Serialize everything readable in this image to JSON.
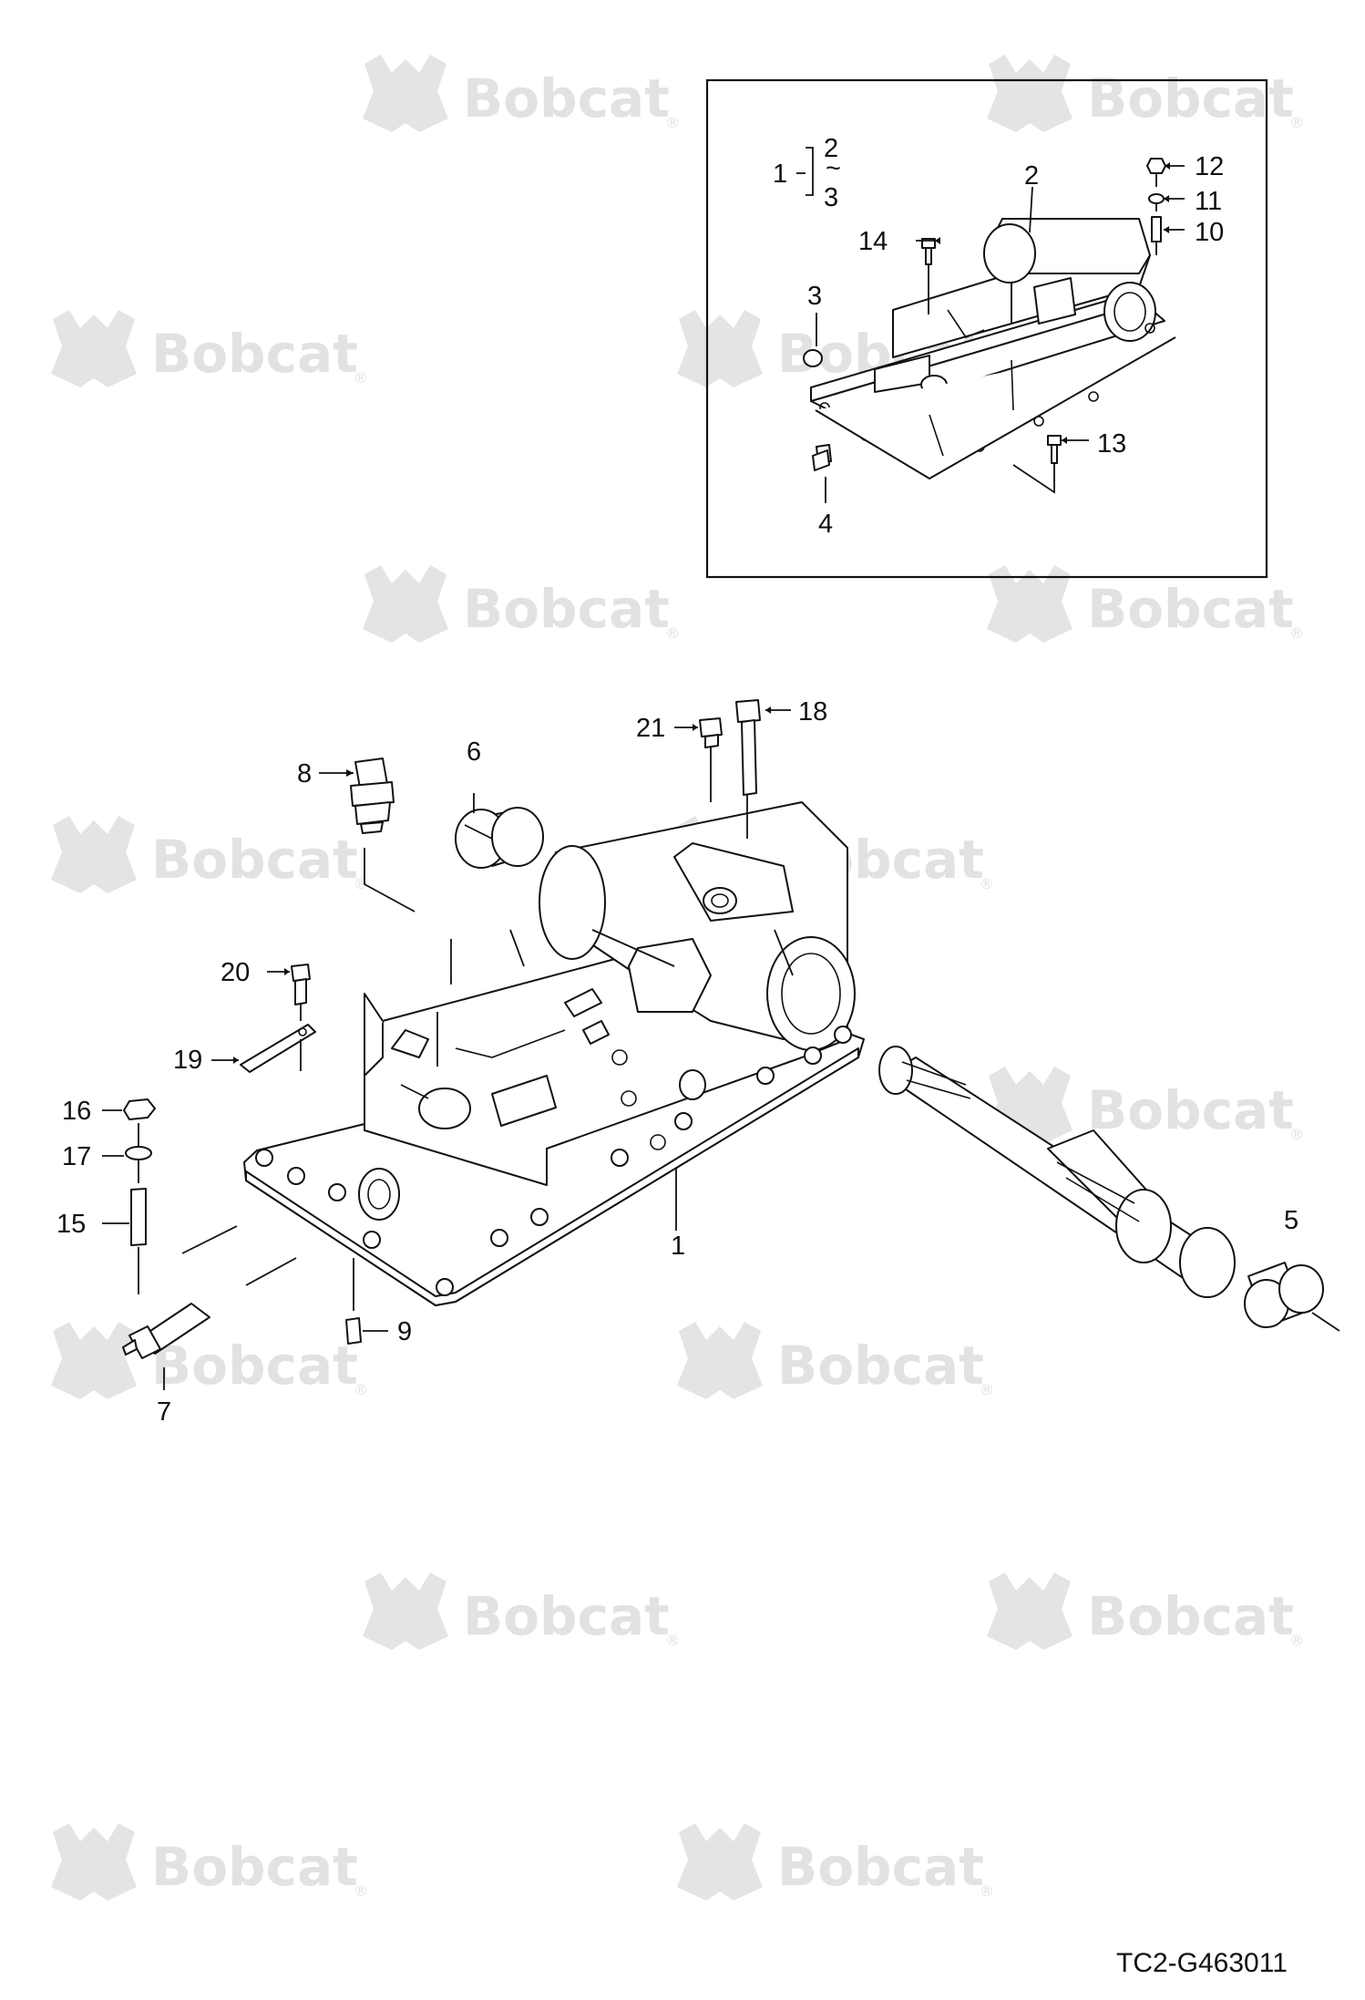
{
  "watermark": {
    "brand": "Bobcat",
    "registered": "®"
  },
  "inset": {
    "group_label": "1",
    "group_range_top": "2",
    "group_range_sep": "~",
    "group_range_bottom": "3",
    "callouts": {
      "c2": "2",
      "c3": "3",
      "c4": "4",
      "c10": "10",
      "c11": "11",
      "c12": "12",
      "c13": "13",
      "c14": "14"
    }
  },
  "main": {
    "callouts": {
      "c1": "1",
      "c5": "5",
      "c6": "6",
      "c7": "7",
      "c8": "8",
      "c9": "9",
      "c15": "15",
      "c16": "16",
      "c17": "17",
      "c18": "18",
      "c19": "19",
      "c20": "20",
      "c21": "21"
    }
  },
  "drawing_number": "TC2-G463011",
  "colors": {
    "line": "#111111",
    "watermark": "#e2e2e2",
    "background": "#ffffff"
  }
}
